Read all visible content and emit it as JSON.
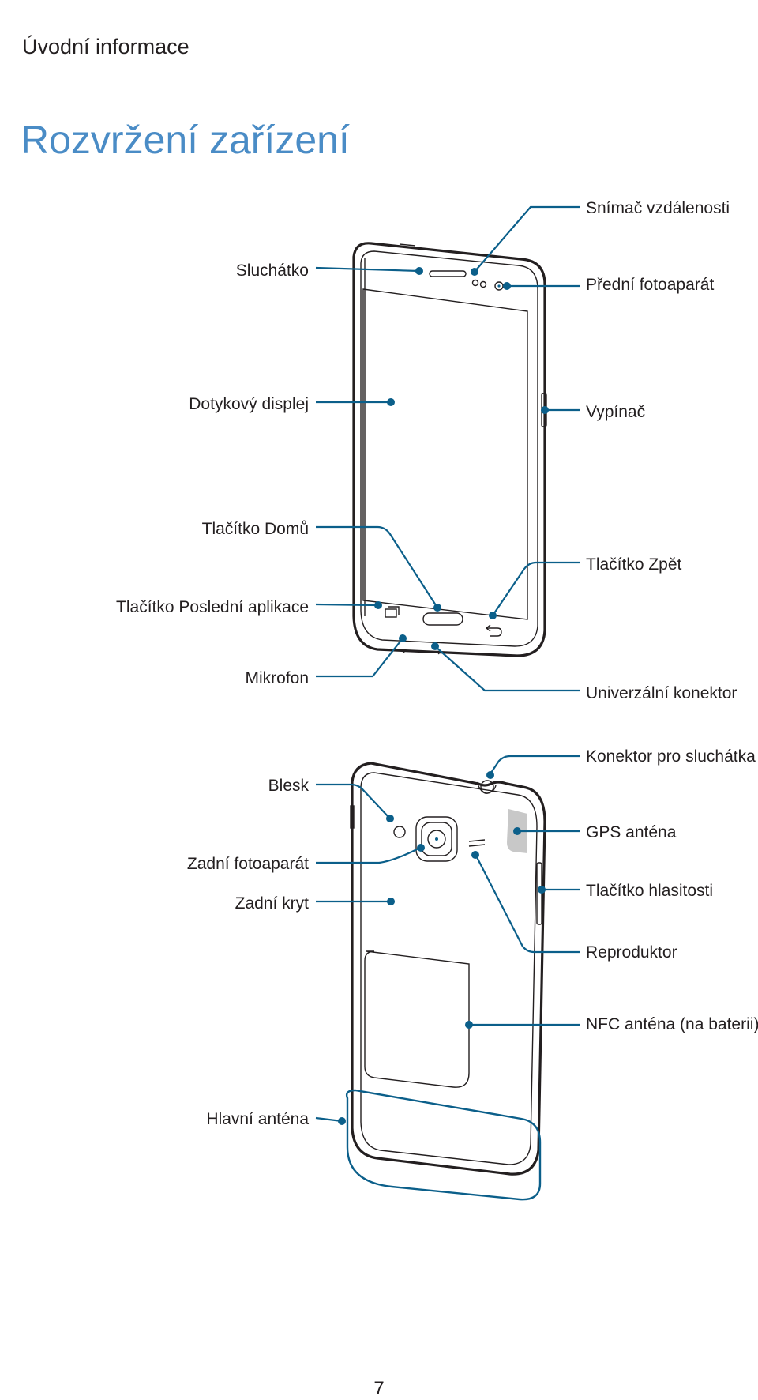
{
  "header": {
    "section": "Úvodní informace"
  },
  "title": "Rozvržení zařízení",
  "front": {
    "labels_left": [
      "Sluchátko",
      "Dotykový displej",
      "Tlačítko Domů",
      "Tlačítko Poslední aplikace",
      "Mikrofon"
    ],
    "labels_right": [
      "Snímač vzdálenosti",
      "Přední fotoaparát",
      "Vypínač",
      "Tlačítko Zpět",
      "Univerzální konektor"
    ]
  },
  "back": {
    "labels_left": [
      "Blesk",
      "Zadní fotoaparát",
      "Zadní kryt",
      "Hlavní anténa"
    ],
    "labels_right": [
      "Konektor pro sluchátka",
      "GPS anténa",
      "Tlačítko hlasitosti",
      "Reproduktor",
      "NFC anténa (na baterii)"
    ]
  },
  "footer": {
    "page_number": "7"
  },
  "colors": {
    "title": "#4a8cc6",
    "leader": "#0b5f8a",
    "outline": "#231f20"
  }
}
